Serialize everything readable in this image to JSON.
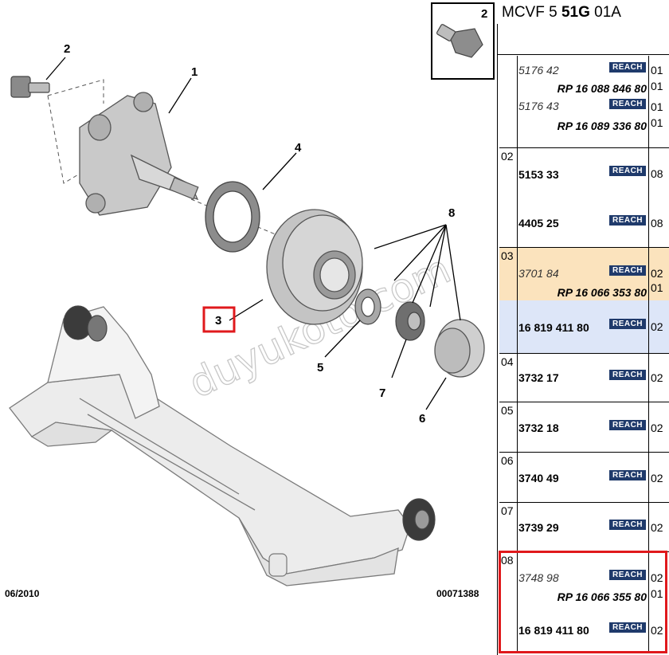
{
  "diagram": {
    "callouts": [
      "1",
      "2",
      "3",
      "4",
      "5",
      "6",
      "7",
      "8"
    ],
    "highlighted_callout": "3",
    "inset_callout": "2",
    "date": "06/2010",
    "drawing_number": "00071388",
    "watermark": "duyukoto.com"
  },
  "table": {
    "title_prefix": "MCVF 5 ",
    "title_bold": "51G",
    "title_suffix": " 01A",
    "reach_label": "REACH",
    "rows": [
      {
        "index": "",
        "lines": [
          {
            "ref": "5176 42",
            "italic": true,
            "qty": "01"
          },
          {
            "rp": "RP 16 088 846 80",
            "qty": "01"
          },
          {
            "ref": "5176 43",
            "italic": true,
            "qty": "01"
          },
          {
            "rp": "RP 16 089 336 80",
            "qty": "01"
          }
        ]
      },
      {
        "index": "02",
        "lines": [
          {
            "ref": "5153 33",
            "qty": "08"
          },
          {
            "ref": "4405 25",
            "qty": "08"
          }
        ]
      },
      {
        "index": "03",
        "lines": [
          {
            "ref": "3701 84",
            "italic": true,
            "qty": "02"
          },
          {
            "rp": "RP 16 066 353 80",
            "qty": "01"
          },
          {
            "ref": "16 819 411 80",
            "qty": "02"
          }
        ]
      },
      {
        "index": "04",
        "lines": [
          {
            "ref": "3732 17",
            "qty": "02"
          }
        ]
      },
      {
        "index": "05",
        "lines": [
          {
            "ref": "3732 18",
            "qty": "02"
          }
        ]
      },
      {
        "index": "06",
        "lines": [
          {
            "ref": "3740 49",
            "qty": "02"
          }
        ]
      },
      {
        "index": "07",
        "lines": [
          {
            "ref": "3739 29",
            "qty": "02"
          }
        ]
      },
      {
        "index": "08",
        "lines": [
          {
            "ref": "3748 98",
            "italic": true,
            "qty": "02"
          },
          {
            "rp": "RP 16 066 355 80",
            "qty": "01"
          },
          {
            "ref": "16 819 411 80",
            "qty": "02"
          }
        ]
      }
    ]
  },
  "colors": {
    "highlight_red": "#e0191c",
    "reach_badge": "#1f3a6b",
    "row_03_fill": "#fbe3bd",
    "row_03_sub_fill": "#dde6f8"
  }
}
